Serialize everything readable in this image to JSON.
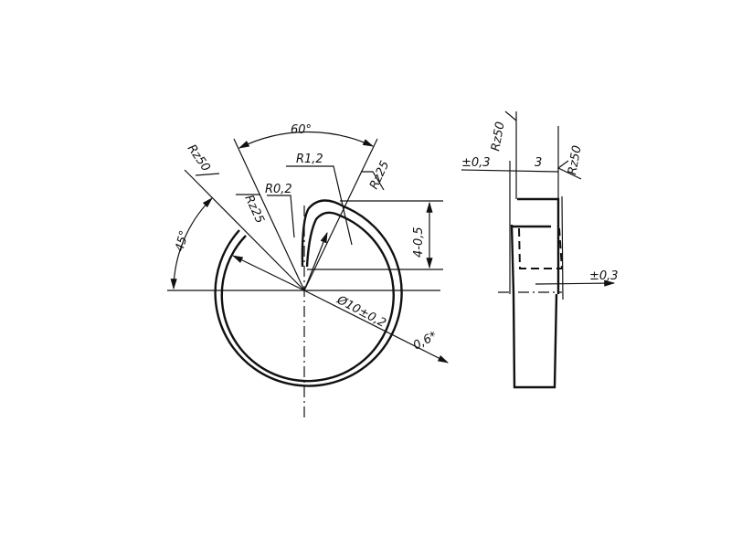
{
  "drawing": {
    "front_view": {
      "angle_top": "60°",
      "angle_left": "45°",
      "roughness_left": "Rz50",
      "roughness_inner": "Rz25",
      "roughness_right": "Rz25",
      "radius_large": "R1,2",
      "radius_small": "R0,2",
      "height_dim": "4-0,5",
      "diameter_dim": "Ø10±0,2",
      "thickness_dim": "0,6*"
    },
    "side_view": {
      "roughness_left": "Rz50",
      "roughness_right": "Rz50",
      "tolerance_top": "±0,3",
      "width_dim": "3",
      "tolerance_right": "±0,3"
    }
  }
}
